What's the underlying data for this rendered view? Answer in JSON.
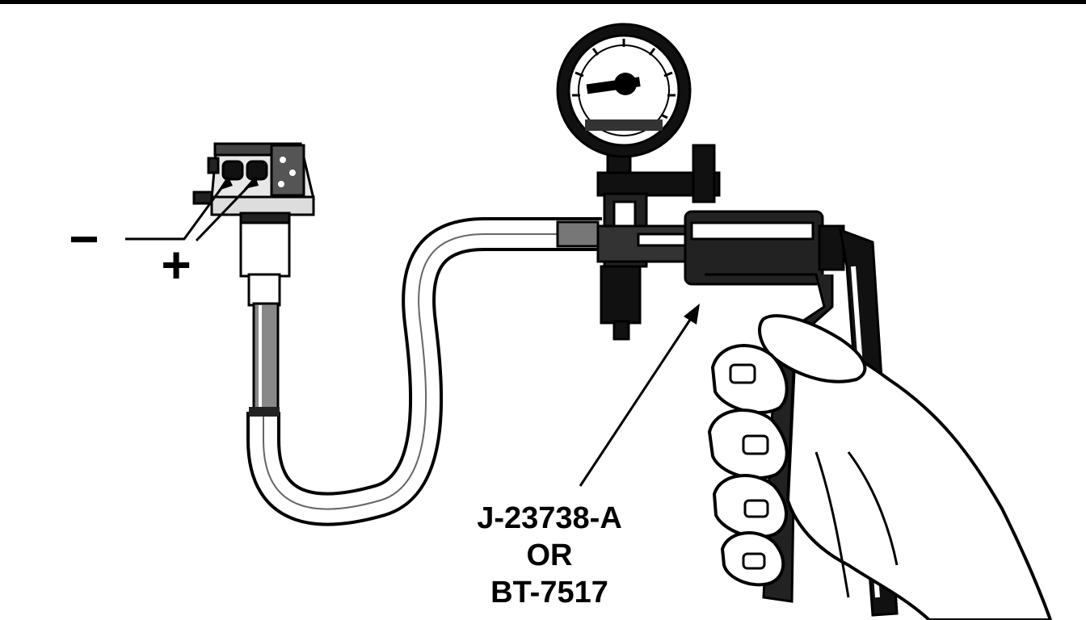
{
  "labels": {
    "minus": "−",
    "plus": "+",
    "tool_line1": "J-23738-A",
    "tool_line2": "OR",
    "tool_line3": "BT-7517"
  },
  "colors": {
    "ink": "#000000",
    "paper": "#ffffff"
  }
}
